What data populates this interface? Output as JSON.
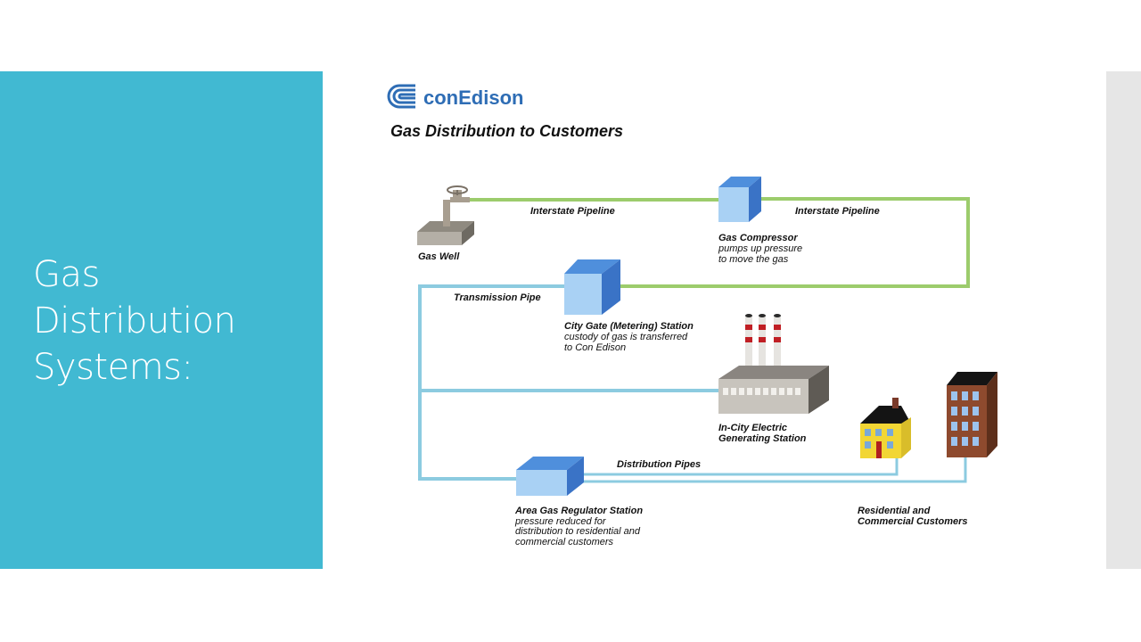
{
  "slide": {
    "title": "Gas\nDistribution\nSystems:"
  },
  "diagram": {
    "logo": "conEdison",
    "title": "Gas Distribution to Customers",
    "colors": {
      "accent_panel": "#41b9d2",
      "interstate_pipe": "#9ccc6c",
      "distribution_pipe": "#8ccbe0",
      "station_blue": "#4f8fdc"
    },
    "labels": {
      "interstate_pipeline_1": "Interstate Pipeline",
      "interstate_pipeline_2": "Interstate Pipeline",
      "gas_well": "Gas Well",
      "gas_compressor": "Gas Compressor",
      "gas_compressor_desc_1": "pumps up pressure",
      "gas_compressor_desc_2": "to move the gas",
      "transmission_pipe": "Transmission Pipe",
      "city_gate": "City Gate (Metering) Station",
      "city_gate_desc_1": "custody of gas is transferred",
      "city_gate_desc_2": "to Con Edison",
      "generating_station_1": "In-City Electric",
      "generating_station_2": "Generating Station",
      "distribution_pipes": "Distribution Pipes",
      "regulator_station": "Area Gas Regulator Station",
      "regulator_desc_1": "pressure reduced for",
      "regulator_desc_2": "distribution to residential and",
      "regulator_desc_3": "commercial customers",
      "customers_1": "Residential and",
      "customers_2": "Commercial Customers"
    }
  }
}
